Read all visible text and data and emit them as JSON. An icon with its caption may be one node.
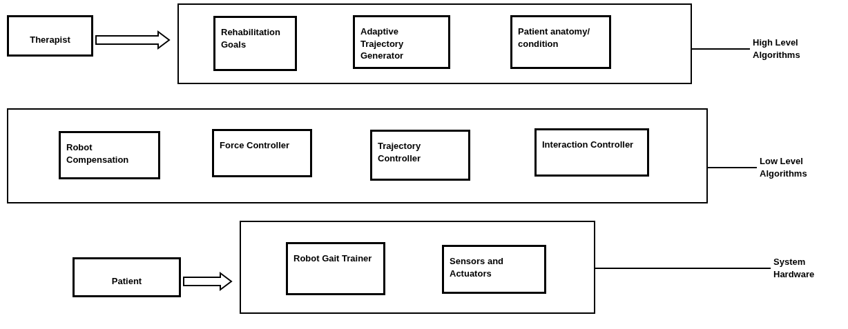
{
  "diagram": {
    "nodes": [
      {
        "text": [
          "Therapist"
        ]
      },
      {
        "text": [],
        "shape": "box"
      },
      {
        "text": [
          "Rehabilitation Goals"
        ],
        "in": 1
      },
      {
        "text": [
          "Adaptive Trajectory Generator"
        ],
        "in": 1
      },
      {
        "text": [
          "Patient anatomy/ condition"
        ],
        "in": 1
      },
      {
        "text": [
          "High Level Algorithms"
        ]
      },
      {
        "text": [],
        "shape": "box"
      },
      {
        "text": [
          "Robot Compensation"
        ],
        "in": 6
      },
      {
        "text": [
          "Force Controller"
        ],
        "in": 6
      },
      {
        "text": [
          "Trajectory Controller"
        ],
        "in": 6
      },
      {
        "text": [
          "Interaction Controller"
        ],
        "in": 6
      },
      {
        "text": [
          "Low Level Algorithms"
        ]
      },
      {
        "text": [
          "Patient"
        ]
      },
      {
        "text": [],
        "shape": "box"
      },
      {
        "text": [
          "Robot Gait Trainer"
        ],
        "in": 13
      },
      {
        "text": [
          "Sensors and Actuators"
        ],
        "in": 13
      },
      {
        "text": [
          "System Hardware"
        ]
      }
    ],
    "edges": [
      {
        "from": 0,
        "to": 1,
        "arrow": "to"
      },
      {
        "from": 5,
        "to": 1,
        "arrow": "none"
      },
      {
        "from": 11,
        "to": 6,
        "arrow": "none"
      },
      {
        "from": 12,
        "to": 13,
        "arrow": "to"
      },
      {
        "from": 16,
        "to": 13,
        "arrow": "none"
      }
    ]
  }
}
